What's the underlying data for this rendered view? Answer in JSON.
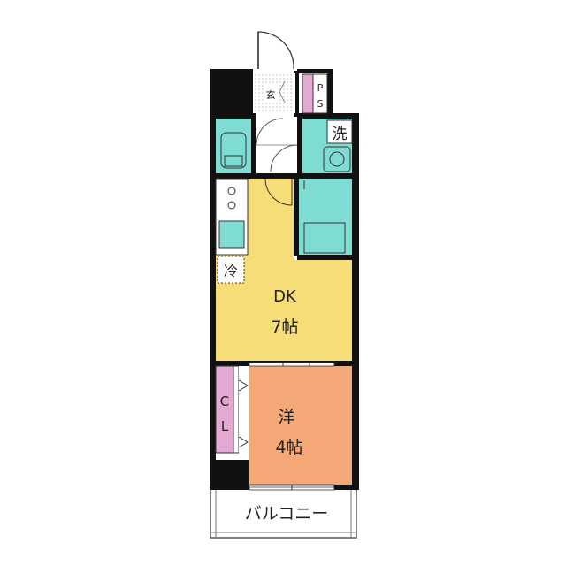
{
  "labels": {
    "genkan": "玄",
    "ps_p": "P",
    "ps_s": "S",
    "washer": "洗",
    "fridge": "冷",
    "dk_name": "DK",
    "dk_size": "7帖",
    "cl_c": "C",
    "cl_l": "L",
    "western_name": "洋",
    "western_size": "4帖",
    "balcony": "バルコニー"
  },
  "colors": {
    "dk_floor": "#f6dd78",
    "western_floor": "#f5a877",
    "fixture": "#7fdcd2",
    "closet": "#e3a9d2",
    "wall": "#111111"
  }
}
